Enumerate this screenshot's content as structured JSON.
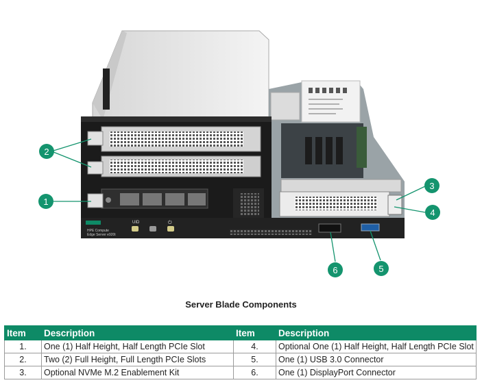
{
  "callouts": [
    "1",
    "2",
    "3",
    "4",
    "5",
    "6"
  ],
  "chassis_text": {
    "brand_line1": "HPE Compute",
    "brand_line2": "Edge Server e920t",
    "uid_label": "UID",
    "power_label": "⏻"
  },
  "caption": "Server Blade Components",
  "table": {
    "headers": [
      "Item",
      "Description",
      "Item",
      "Description"
    ],
    "rows": [
      {
        "item_a": "1.",
        "desc_a": "One (1) Half Height, Half Length PCIe Slot",
        "item_b": "4.",
        "desc_b": "Optional One (1) Half Height, Half Length PCIe Slot"
      },
      {
        "item_a": "2.",
        "desc_a": "Two (2) Full Height, Full Length PCIe Slots",
        "item_b": "5.",
        "desc_b": "One (1) USB 3.0 Connector"
      },
      {
        "item_a": "3.",
        "desc_a": "Optional NVMe M.2 Enablement Kit",
        "item_b": "6.",
        "desc_b": "One (1) DisplayPort Connector"
      }
    ]
  },
  "colors": {
    "accent": "#0e8a66",
    "callout": "#14946e"
  }
}
